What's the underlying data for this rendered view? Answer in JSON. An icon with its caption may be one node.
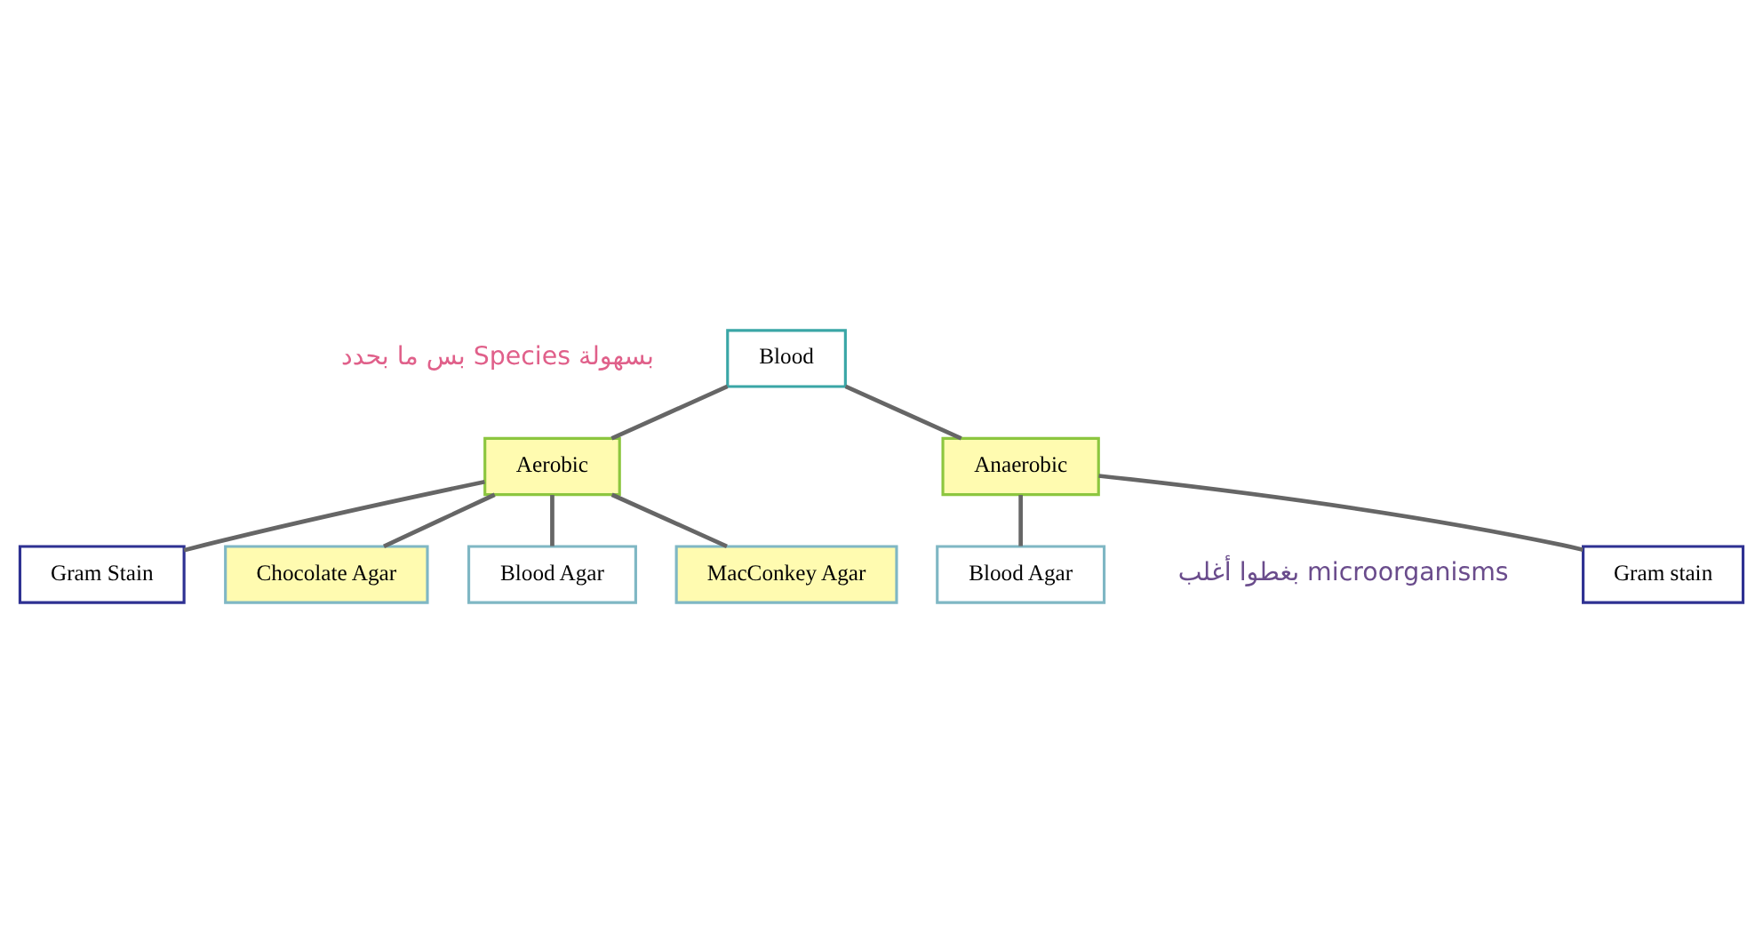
{
  "diagram": {
    "nodes": [
      {
        "text": [
          "Blood"
        ]
      },
      {
        "text": [
          "Aerobic"
        ]
      },
      {
        "text": [
          "Anaerobic"
        ]
      },
      {
        "text": [
          "Gram Stain"
        ]
      },
      {
        "text": [
          "Blood Agar"
        ]
      },
      {
        "text": [
          "Chocolate Agar"
        ]
      },
      {
        "text": [
          "MacConkey Agar"
        ]
      },
      {
        "text": [
          "Gram stain"
        ]
      },
      {
        "text": [
          "Blood Agar"
        ]
      }
    ],
    "edges": [
      {
        "from": 0,
        "to": 1,
        "arrow": "none"
      },
      {
        "from": 0,
        "to": 2,
        "arrow": "none"
      },
      {
        "from": 1,
        "to": 3,
        "arrow": "none"
      },
      {
        "from": 1,
        "to": 4,
        "arrow": "none"
      },
      {
        "from": 1,
        "to": 5,
        "arrow": "none"
      },
      {
        "from": 1,
        "to": 6,
        "arrow": "none"
      },
      {
        "from": 2,
        "to": 7,
        "arrow": "none"
      },
      {
        "from": 2,
        "to": 8,
        "arrow": "none"
      }
    ],
    "labels": [
      "بس ما بحدد Species بسهولة",
      "بغطوا أغلب microorganisms"
    ]
  }
}
